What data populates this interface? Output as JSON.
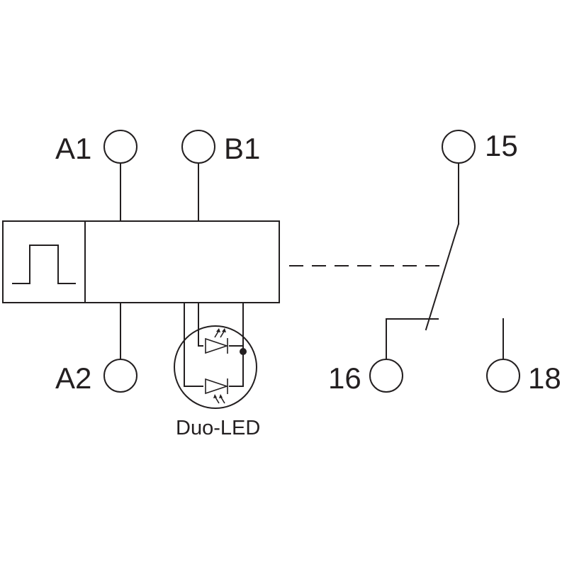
{
  "terminals": {
    "a1": "A1",
    "b1": "B1",
    "a2": "A2",
    "t15": "15",
    "t16": "16",
    "t18": "18"
  },
  "led": {
    "label": "Duo-LED"
  },
  "icons": {
    "pulse": "pulse-waveform-icon",
    "led": "duo-led-icon",
    "contact": "changeover-contact-icon"
  },
  "colors": {
    "line": "#231f20",
    "background": "#ffffff"
  }
}
